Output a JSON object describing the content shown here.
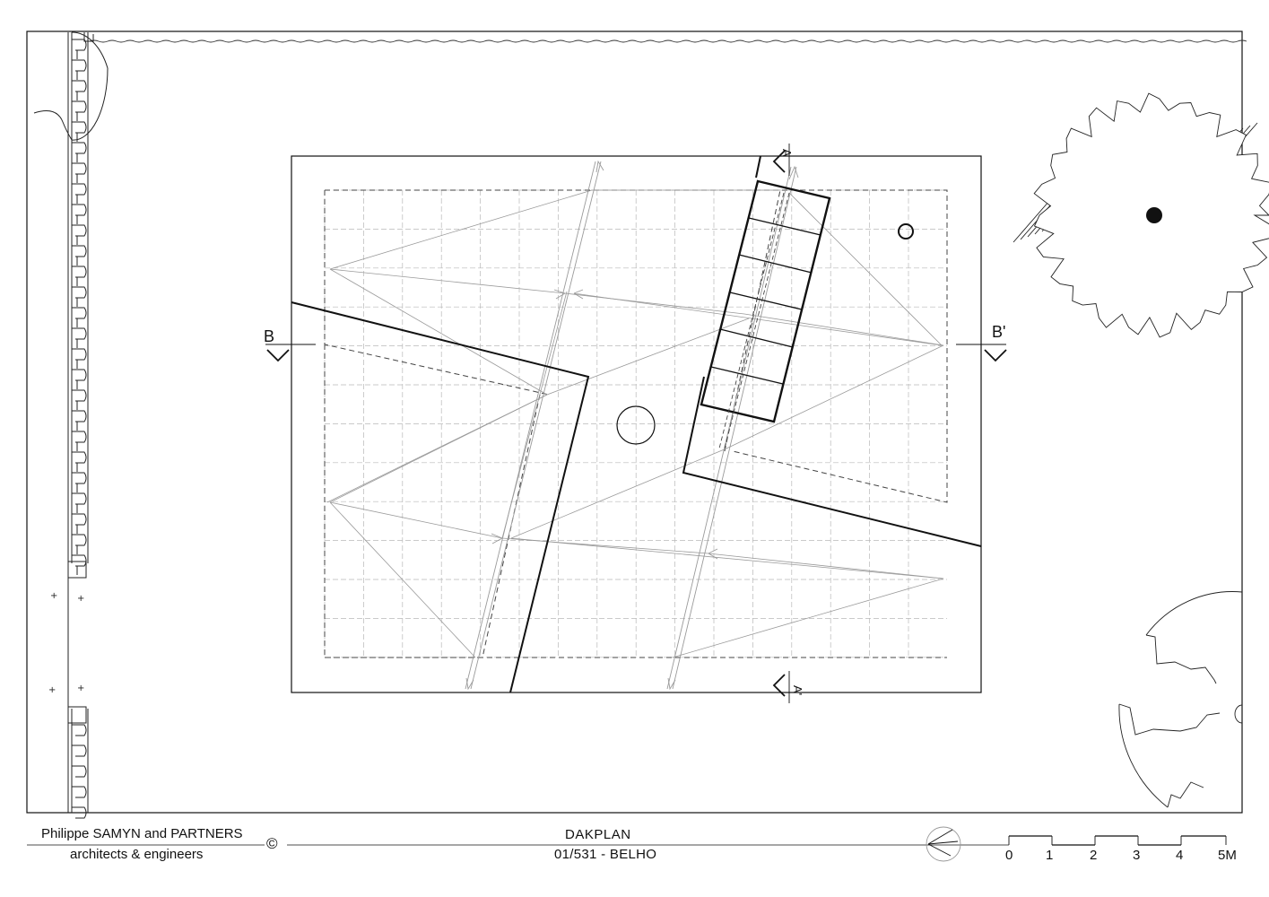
{
  "firm": {
    "name": "Philippe SAMYN and PARTNERS",
    "subtitle": "architects & engineers",
    "copyright": "©"
  },
  "sheet": {
    "title": "DAKPLAN",
    "project": "01/531 - BELHO"
  },
  "section_marks": {
    "b_left": "B",
    "b_right": "B'",
    "a_top": "A",
    "a_bottom": "A'"
  },
  "scale_bar": {
    "ticks": [
      "0",
      "1",
      "2",
      "3",
      "4",
      "5M"
    ]
  },
  "colors": {
    "line": "#111111",
    "thin": "#9a9a9a",
    "dashed": "#555555"
  }
}
